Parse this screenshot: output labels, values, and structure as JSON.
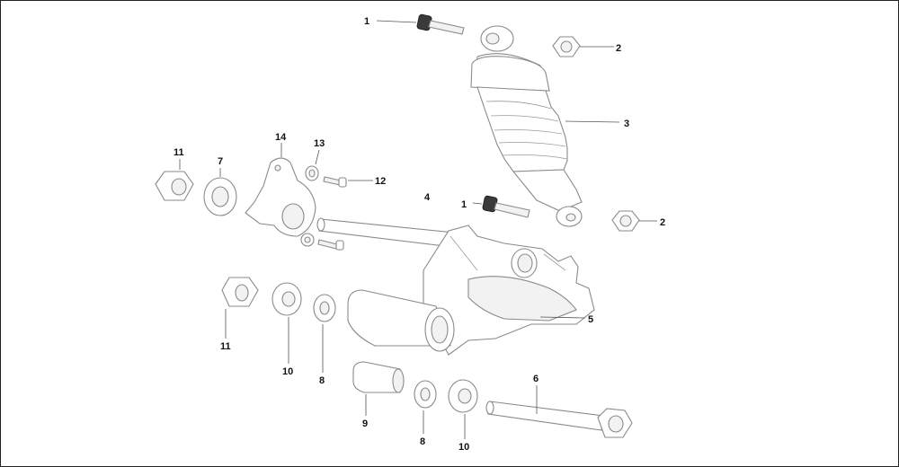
{
  "callouts": [
    {
      "key": "c1a",
      "label": "1"
    },
    {
      "key": "c2a",
      "label": "2"
    },
    {
      "key": "c3",
      "label": "3"
    },
    {
      "key": "c11a",
      "label": "11"
    },
    {
      "key": "c7",
      "label": "7"
    },
    {
      "key": "c14",
      "label": "14"
    },
    {
      "key": "c13",
      "label": "13"
    },
    {
      "key": "c12",
      "label": "12"
    },
    {
      "key": "c4",
      "label": "4"
    },
    {
      "key": "c1b",
      "label": "1"
    },
    {
      "key": "c2b",
      "label": "2"
    },
    {
      "key": "c5",
      "label": "5"
    },
    {
      "key": "c11b",
      "label": "11"
    },
    {
      "key": "c10a",
      "label": "10"
    },
    {
      "key": "c8a",
      "label": "8"
    },
    {
      "key": "c6",
      "label": "6"
    },
    {
      "key": "c9",
      "label": "9"
    },
    {
      "key": "c8b",
      "label": "8"
    },
    {
      "key": "c10b",
      "label": "10"
    }
  ]
}
